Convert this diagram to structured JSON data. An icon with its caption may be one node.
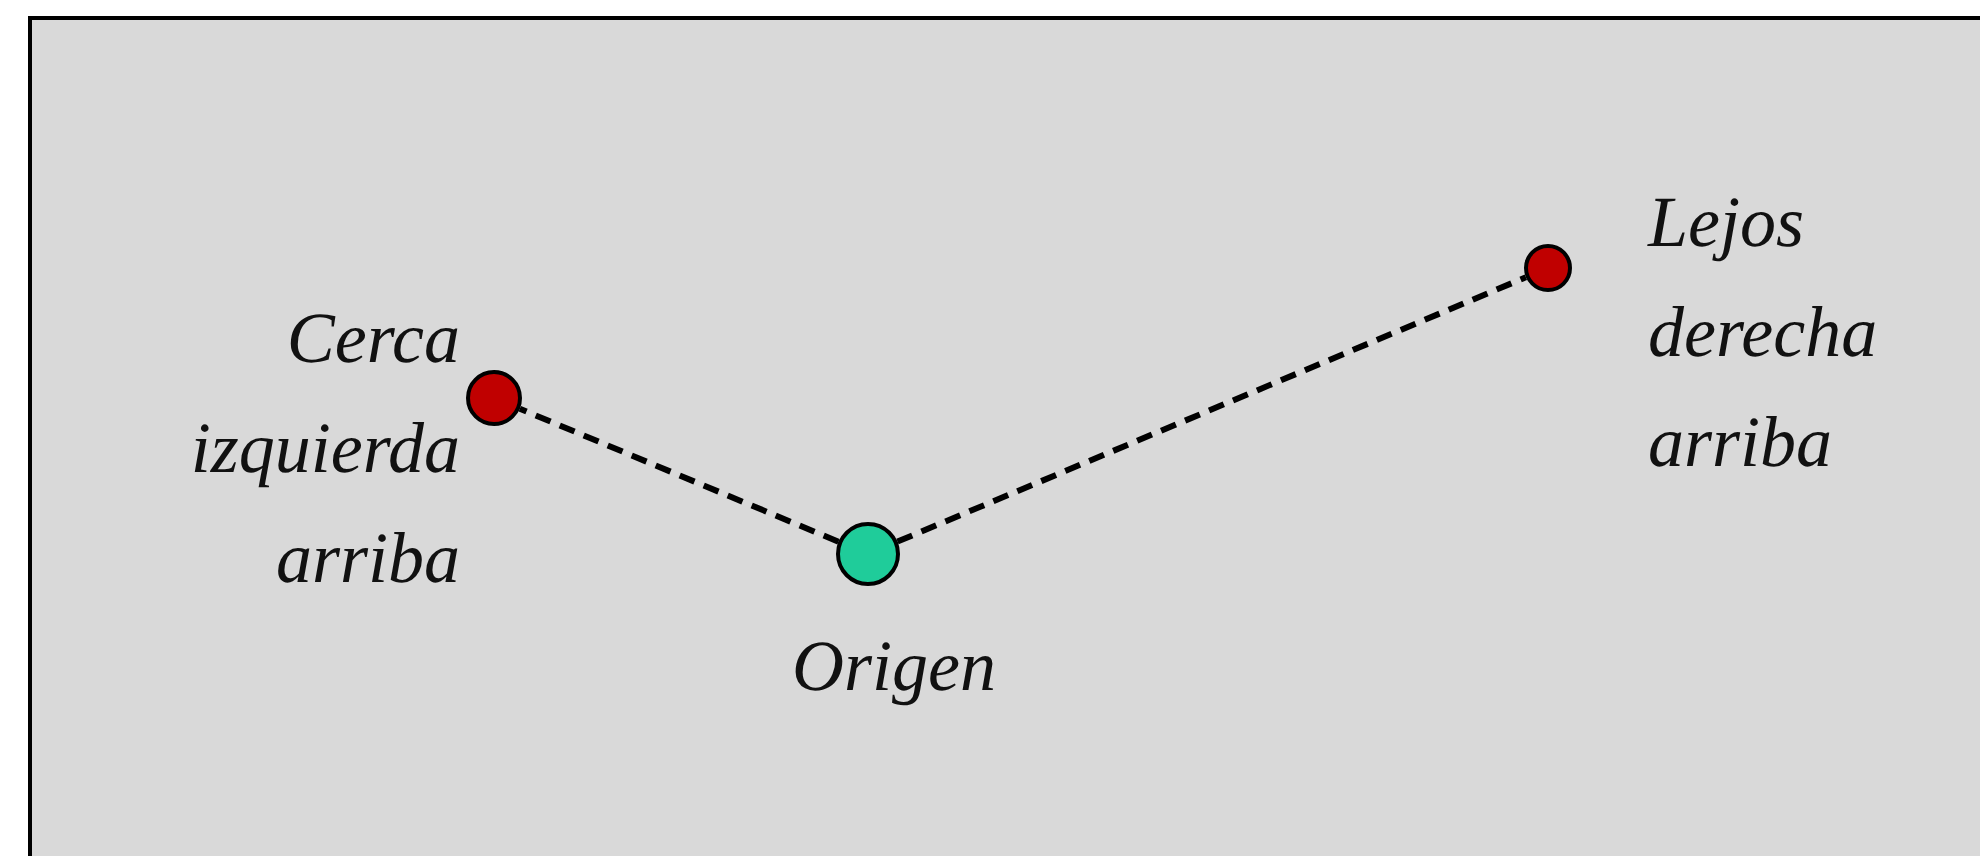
{
  "diagram": {
    "nodes": [
      {
        "text": [],
        "shape": "circle",
        "beside": [
          "Cerca izquierda arriba"
        ]
      },
      {
        "text": [],
        "shape": "circle",
        "beside": [
          "Origen"
        ]
      },
      {
        "text": [],
        "shape": "circle",
        "beside": [
          "Lejos derecha arriba"
        ]
      }
    ],
    "edges": [
      {
        "from": 1,
        "to": 0,
        "arrow": "none",
        "style": "dashed"
      },
      {
        "from": 1,
        "to": 2,
        "arrow": "none",
        "style": "dashed"
      }
    ]
  }
}
